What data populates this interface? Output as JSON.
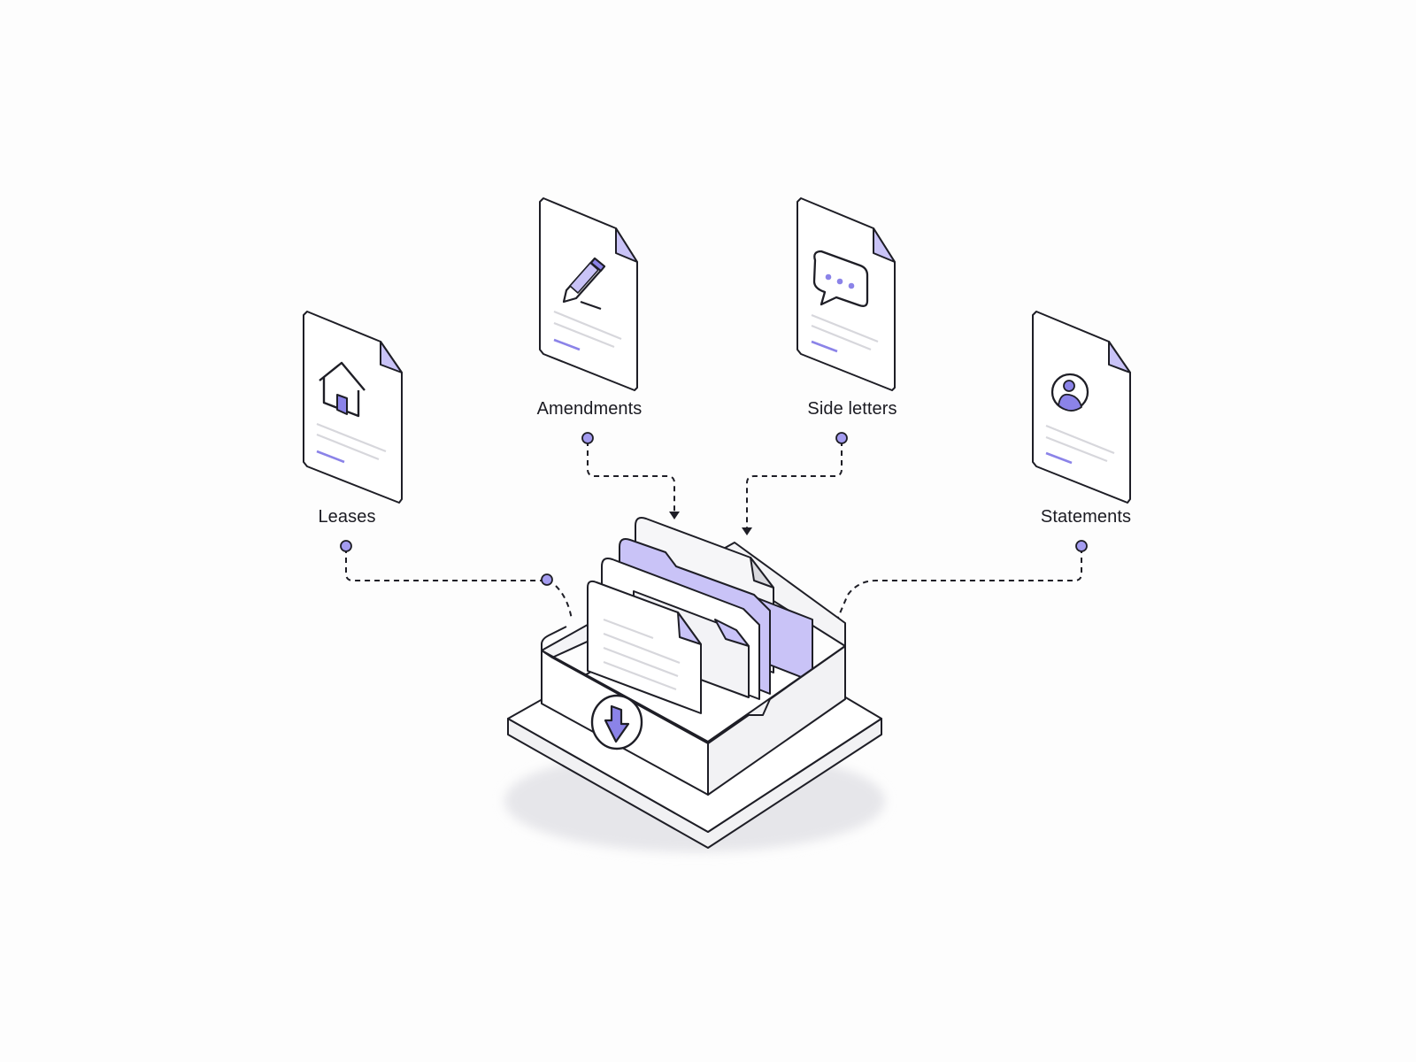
{
  "diagram": {
    "sources": [
      {
        "label": "Leases",
        "icon": "house-icon"
      },
      {
        "label": "Amendments",
        "icon": "pencil-icon"
      },
      {
        "label": "Side letters",
        "icon": "chat-bubble-icon"
      },
      {
        "label": "Statements",
        "icon": "person-icon"
      }
    ],
    "destination": {
      "icon": "download-arrow-icon"
    },
    "colors": {
      "accent": "#8b83e8",
      "accent_light": "#dcd8fb",
      "stroke": "#1e1e26",
      "paper": "#ffffff",
      "muted_line": "#d7d7dc",
      "background": "#fdfdfd"
    }
  }
}
